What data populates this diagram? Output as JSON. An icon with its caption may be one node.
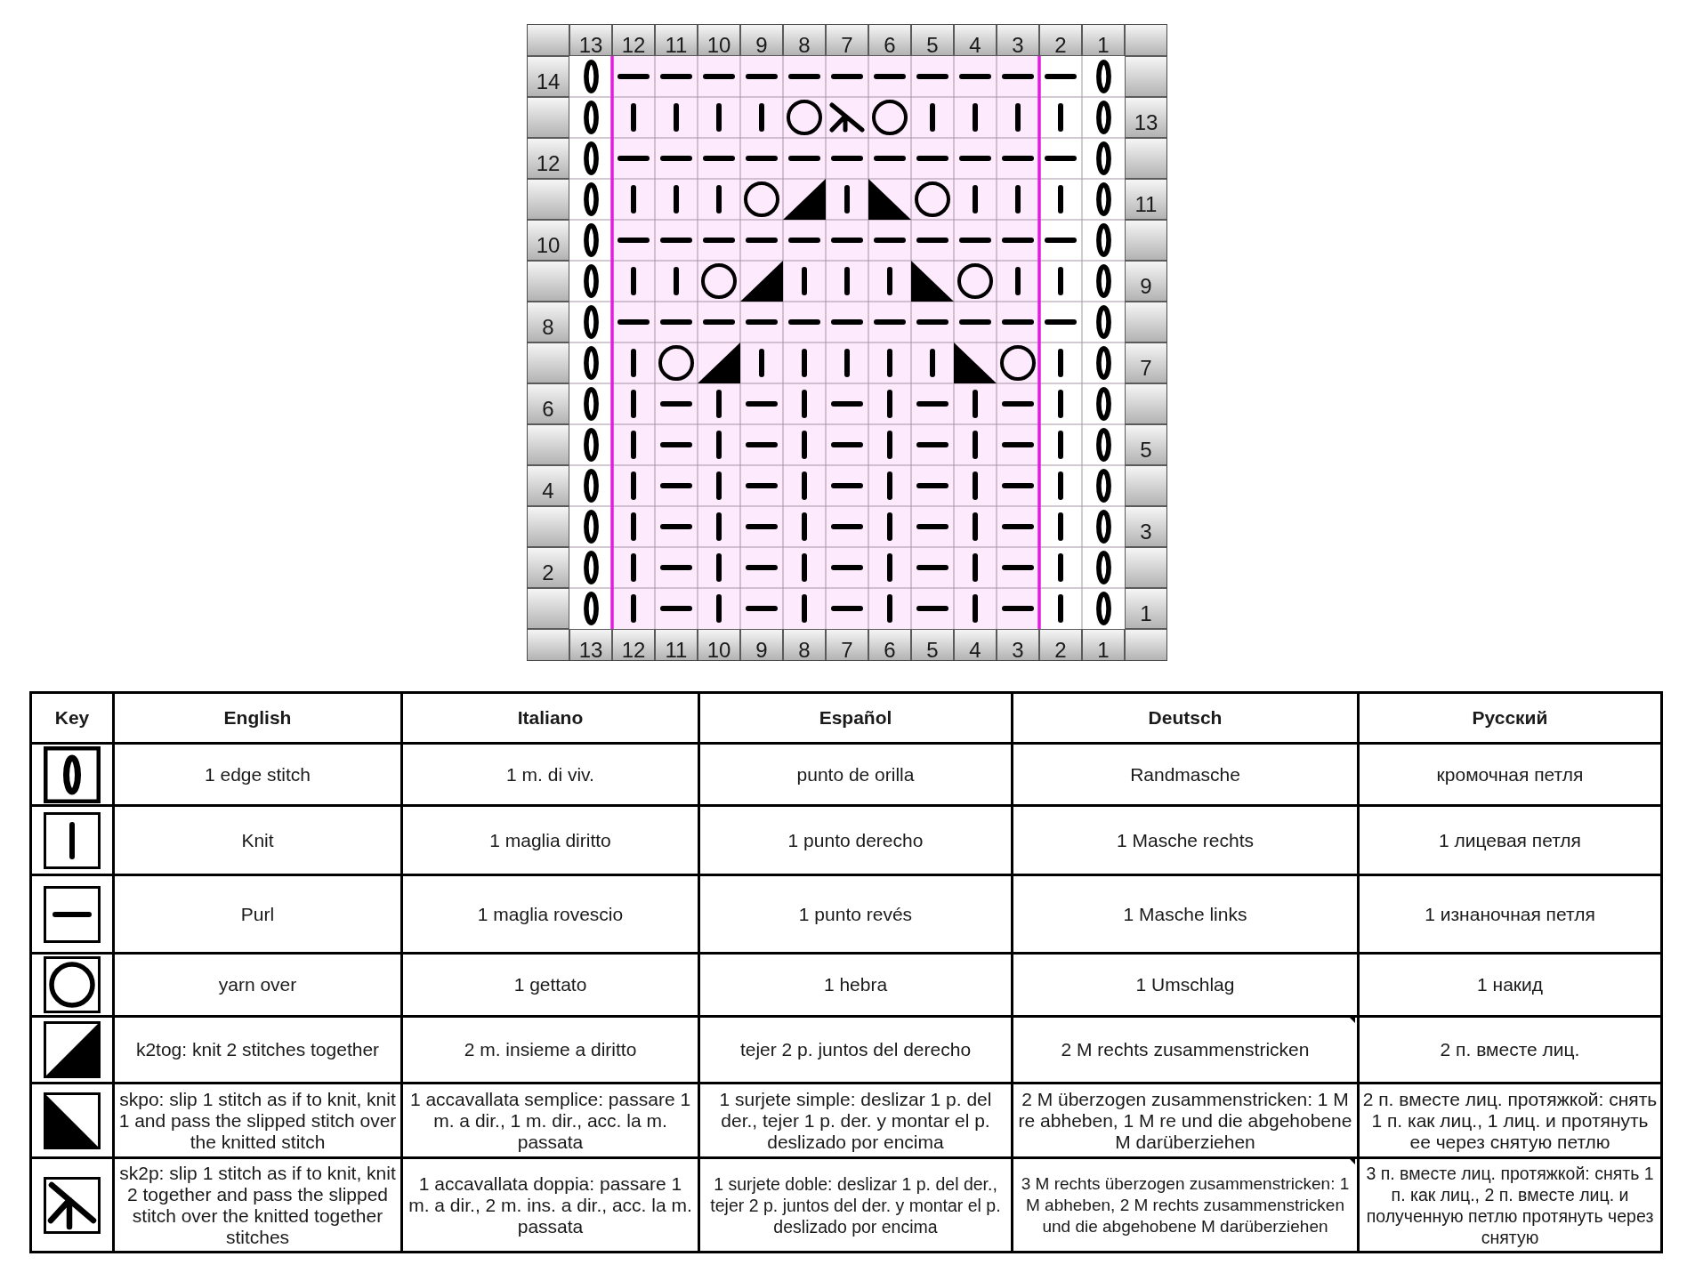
{
  "diagram": {
    "labels": [
      "13",
      "12",
      "11",
      "10",
      "9",
      "8",
      "7",
      "6",
      "5",
      "4",
      "3",
      "2",
      "1",
      "14",
      "13",
      "12",
      "11",
      "10",
      "9",
      "8",
      "7",
      "6",
      "5",
      "4",
      "3",
      "2",
      "1",
      "13",
      "12",
      "11",
      "10",
      "9",
      "8",
      "7",
      "6",
      "5",
      "4",
      "3",
      "2",
      "1",
      "Key",
      "English",
      "Italiano",
      "Español",
      "Deutsch",
      "Русский",
      "1 edge stitch",
      "1 m. di viv.",
      "punto de orilla",
      "Randmasche",
      "кромочная петля",
      "Knit",
      "1 maglia diritto",
      "1 punto derecho",
      "1 Masche rechts",
      "1 лицевая петля",
      "Purl",
      "1 maglia rovescio",
      "1 punto revés",
      "1 Masche links",
      "1 изнаночная петля",
      "yarn over",
      "1 gettato",
      "1 hebra",
      "1 Umschlag",
      "1 накид",
      "k2tog: knit 2 stitches together",
      "2 m. insieme a diritto",
      "tejer 2 p. juntos del derecho",
      "2 M rechts zusammenstricken",
      "2 п. вместе лиц.",
      "skpo: slip 1 stitch as if to knit, knit 1 and pass the slipped stitch over the knitted stitch",
      "1 accavallata semplice: passare 1 m. a dir., 1 m. dir., acc. la m. passata",
      "1 surjete simple: deslizar 1 p. del der., tejer 1 p. der. y montar el p. deslizado por encima",
      "2 M überzogen zusammenstricken: 1 M re abheben, 1 M re und die abgehobene M darüberziehen",
      "2 п. вместе лиц. протяжкой: снять 1 п. как лиц., 1 лиц. и протянуть ее через снятую петлю",
      "sk2p: slip 1 stitch as if to knit, knit 2 together and pass the slipped stitch over the knitted together stitches",
      "1 accavallata doppia: passare 1 m. a dir., 2 m. ins. a dir., acc. la m. passata",
      "1 surjete doble: deslizar 1 p. del der., tejer 2 p. juntos del der. y montar el p. deslizado por encima",
      "3 M rechts überzogen zusammenstricken: 1 M abheben, 2 M rechts zusammenstricken und die abgehobene M darüberziehen",
      "3 п. вместе лиц. протяжкой: снять 1 п. как лиц., 2 п. вместе лиц. и полученную петлю протянуть через снятую"
    ]
  }
}
